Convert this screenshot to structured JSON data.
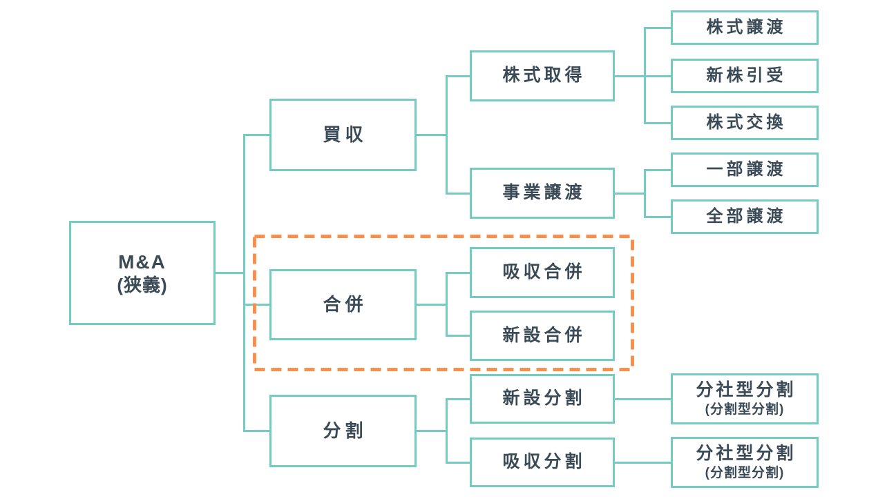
{
  "title": "M&A classification tree (Japanese)",
  "colors": {
    "box_border": "#74CBC1",
    "connector": "#74CBC1",
    "text": "#3B4A57",
    "highlight_border": "#F78F4F",
    "background": "#FFFFFF"
  },
  "nodes": {
    "ma": {
      "label": "M&A",
      "sublabel": "(狭義)"
    },
    "acquisition": {
      "label": "買収"
    },
    "merger": {
      "label": "合併"
    },
    "split": {
      "label": "分割"
    },
    "stock_acquisition": {
      "label": "株式取得"
    },
    "business_transfer": {
      "label": "事業譲渡"
    },
    "absorption_merger": {
      "label": "吸収合併"
    },
    "new_merger": {
      "label": "新設合併"
    },
    "new_split": {
      "label": "新設分割"
    },
    "absorption_split": {
      "label": "吸収分割"
    },
    "stock_transfer": {
      "label": "株式譲渡"
    },
    "new_share_subscription": {
      "label": "新株引受"
    },
    "stock_exchange": {
      "label": "株式交換"
    },
    "partial_transfer": {
      "label": "一部譲渡"
    },
    "full_transfer": {
      "label": "全部譲渡"
    },
    "spinoff_split_top": {
      "label": "分社型分割",
      "sublabel": "(分割型分割)"
    },
    "spinoff_split_bottom": {
      "label": "分社型分割",
      "sublabel": "(分割型分割)"
    }
  },
  "edges": [
    [
      "ma",
      "acquisition"
    ],
    [
      "ma",
      "merger"
    ],
    [
      "ma",
      "split"
    ],
    [
      "acquisition",
      "stock_acquisition"
    ],
    [
      "acquisition",
      "business_transfer"
    ],
    [
      "stock_acquisition",
      "stock_transfer"
    ],
    [
      "stock_acquisition",
      "new_share_subscription"
    ],
    [
      "stock_acquisition",
      "stock_exchange"
    ],
    [
      "business_transfer",
      "partial_transfer"
    ],
    [
      "business_transfer",
      "full_transfer"
    ],
    [
      "merger",
      "absorption_merger"
    ],
    [
      "merger",
      "new_merger"
    ],
    [
      "split",
      "new_split"
    ],
    [
      "split",
      "absorption_split"
    ],
    [
      "new_split",
      "spinoff_split_top"
    ],
    [
      "absorption_split",
      "spinoff_split_bottom"
    ]
  ],
  "highlight": {
    "style": "orange-dashed-rectangle",
    "contains": [
      "merger",
      "absorption_merger",
      "new_merger"
    ]
  }
}
